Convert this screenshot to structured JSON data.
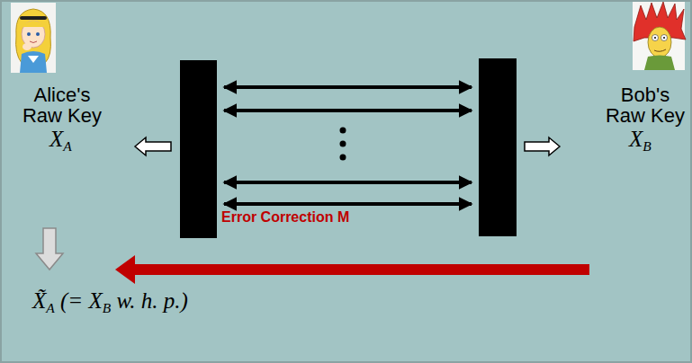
{
  "diagram": {
    "labels": [
      "Alice's Raw Key",
      "XA",
      "Bob's Raw Key",
      "XB",
      "Error Correction M",
      "X̃A (= XB w. h. p.)"
    ]
  }
}
